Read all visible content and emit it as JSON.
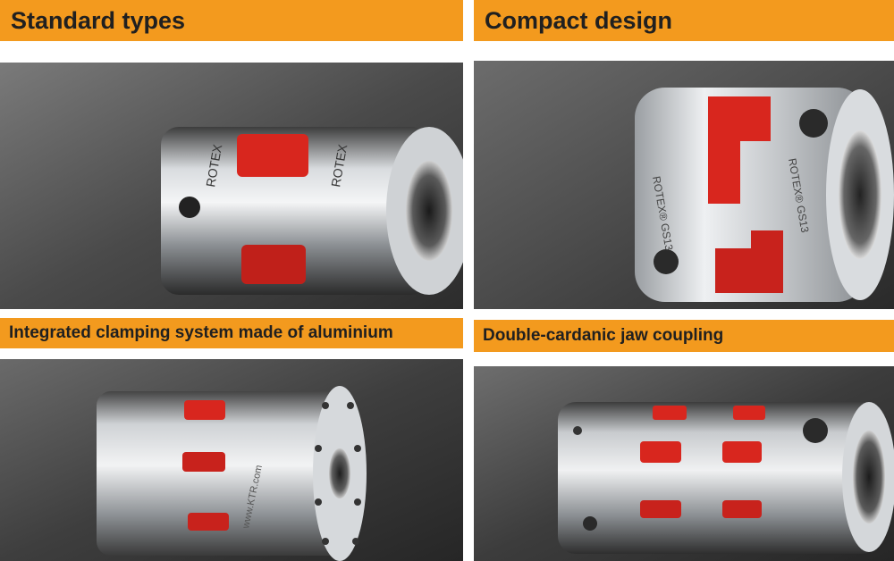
{
  "panels": [
    {
      "title": "Standard types",
      "engraving": "ROTEX"
    },
    {
      "title": "Compact design",
      "engraving": "ROTEX® GS13"
    },
    {
      "title": "Integrated clamping system made of aluminium",
      "engraving": "www.KTR.com"
    },
    {
      "title": "Double-cardanic jaw coupling",
      "engraving": ""
    }
  ],
  "colors": {
    "header": "#f39a1e",
    "spider": "#d8261e",
    "metal": "#b8bcc0"
  }
}
